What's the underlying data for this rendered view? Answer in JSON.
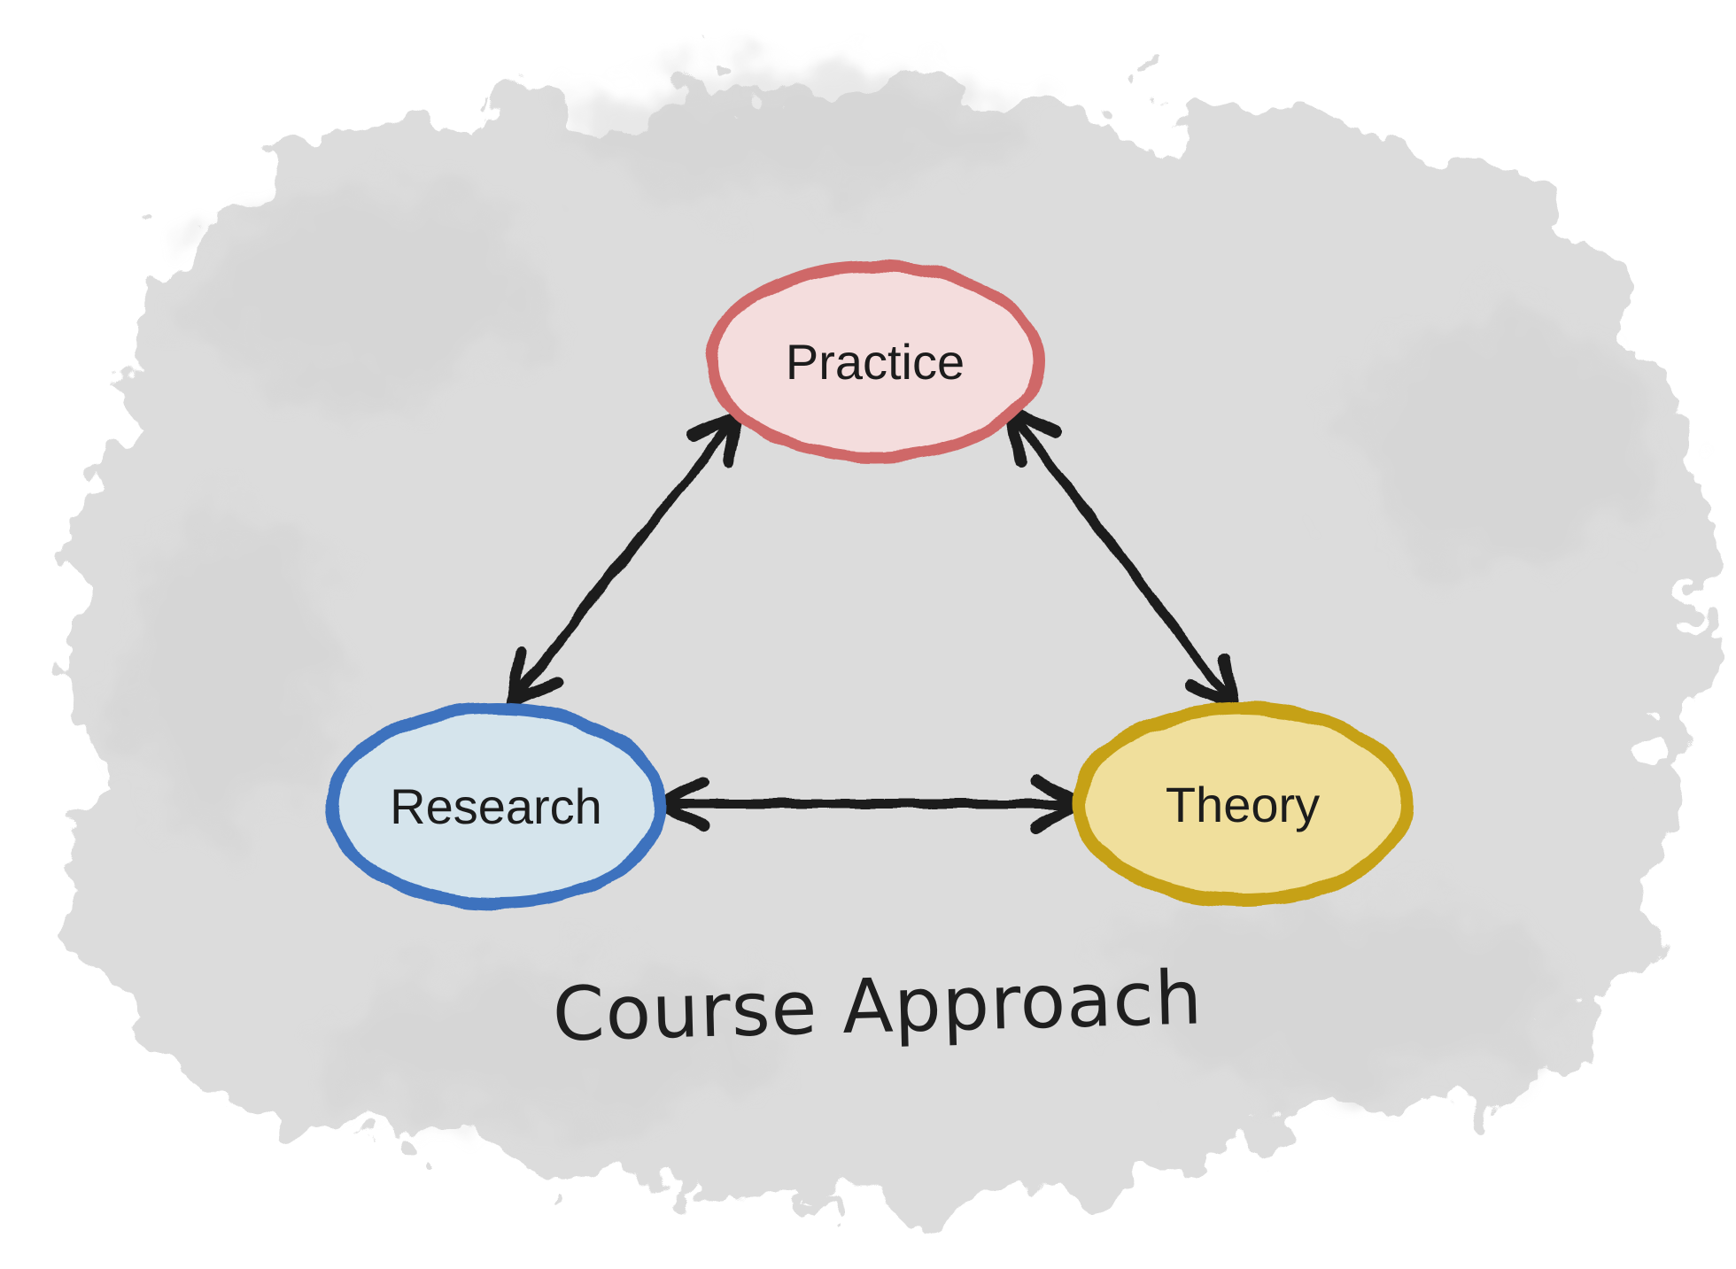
{
  "diagram": {
    "title": "Course Approach",
    "background": {
      "canvas_color": "#ffffff",
      "wash_color": "#dcdcdc",
      "wash_shadow_color": "#d2d2d2",
      "style": "hand-drawn gray watercolor wash with spatter"
    },
    "arrow_color": "#1f1f1f",
    "label_color": "#1c1c1c",
    "nodes": [
      {
        "id": "practice",
        "label": "Practice",
        "fill": "#f4dddd",
        "stroke": "#cf6767"
      },
      {
        "id": "research",
        "label": "Research",
        "fill": "#d5e4ec",
        "stroke": "#3c72be"
      },
      {
        "id": "theory",
        "label": "Theory",
        "fill": "#f0df9c",
        "stroke": "#c6a117"
      }
    ],
    "edges": [
      {
        "from": "Practice",
        "to": "Research",
        "bidirectional": true
      },
      {
        "from": "Practice",
        "to": "Theory",
        "bidirectional": true
      },
      {
        "from": "Research",
        "to": "Theory",
        "bidirectional": true
      }
    ]
  }
}
